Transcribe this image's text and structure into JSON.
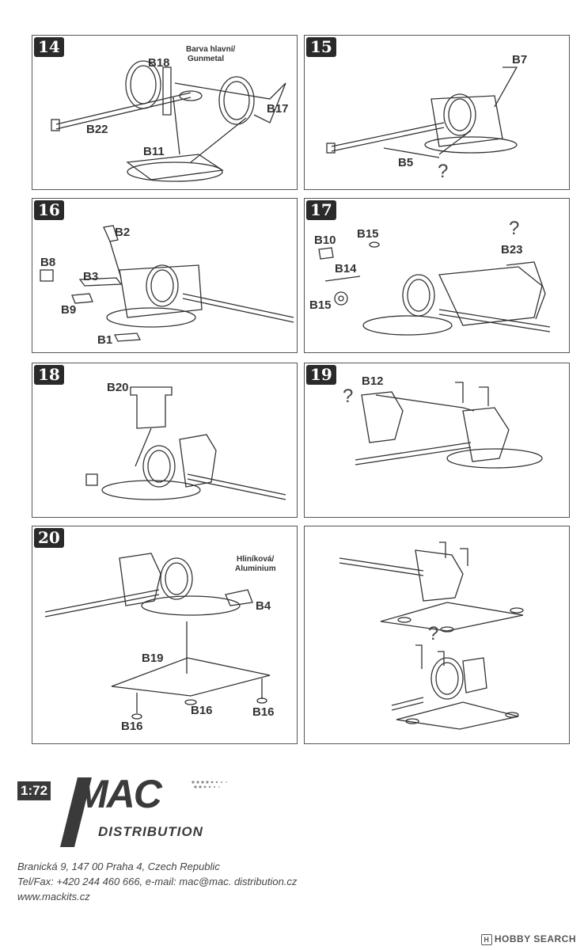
{
  "steps": [
    {
      "number": "14",
      "labels": [
        "B18",
        "Barva hlavní/",
        "Gunmetal",
        "B17",
        "B22",
        "B11"
      ]
    },
    {
      "number": "15",
      "labels": [
        "B7",
        "B5"
      ],
      "question": "?"
    },
    {
      "number": "16",
      "labels": [
        "B2",
        "B8",
        "B3",
        "B9",
        "B1"
      ]
    },
    {
      "number": "17",
      "labels": [
        "B10",
        "B15",
        "B14",
        "B15",
        "B23"
      ],
      "question": "?"
    },
    {
      "number": "18",
      "labels": [
        "B20"
      ]
    },
    {
      "number": "19",
      "labels": [
        "B12"
      ],
      "question": "?"
    },
    {
      "number": "20",
      "labels": [
        "Hliníková/",
        "Aluminium",
        "B4",
        "B19",
        "B16",
        "B16",
        "B16"
      ]
    },
    {
      "number": "",
      "labels": [],
      "question": "?"
    }
  ],
  "logo": {
    "scale": "1:72",
    "brand": "MAC",
    "sub": "DISTRIBUTION"
  },
  "address": {
    "line1": "Branická 9, 147 00 Praha 4, Czech Republic",
    "line2": "Tel/Fax: +420 244 460 666, e-mail: mac@mac. distribution.cz",
    "line3": "www.mackits.cz"
  },
  "watermark": "HOBBY SEARCH",
  "colors": {
    "ink": "#2a2a2a",
    "line": "#555555"
  }
}
